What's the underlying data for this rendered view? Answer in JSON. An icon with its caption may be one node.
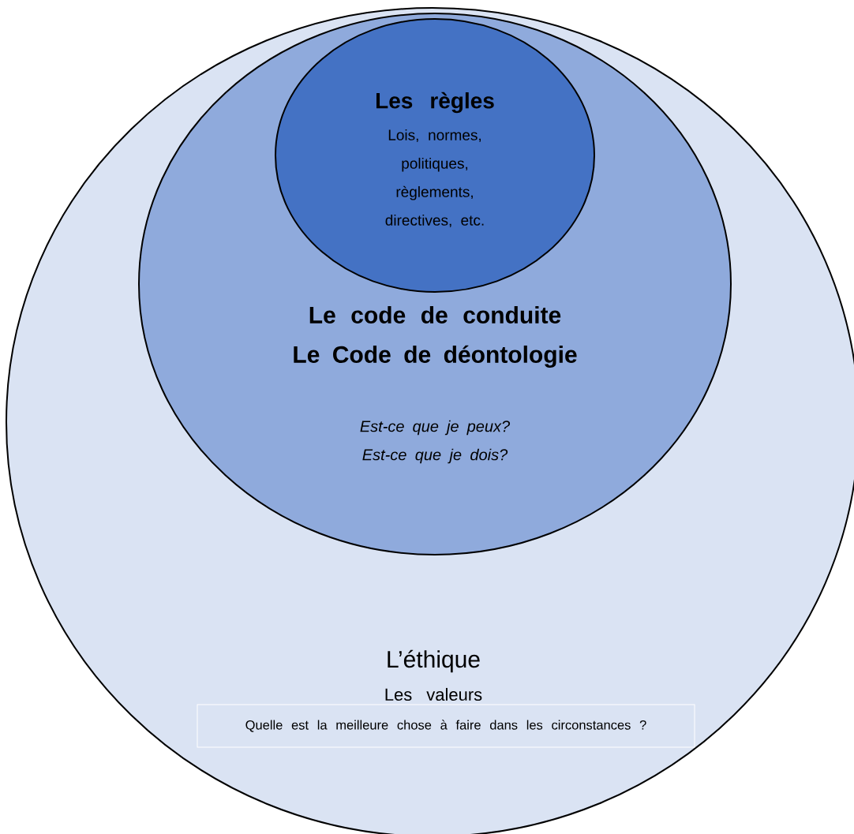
{
  "diagram": {
    "nodes": [
      {
        "text": [
          "L’éthique",
          "Les valeurs"
        ]
      },
      {
        "text": [
          "Le code de conduite Le Code de déontologie",
          "Est-ce que je peux? Est-ce que je dois?"
        ],
        "in": 0
      },
      {
        "text": [
          "Les règles",
          "Lois, normes, politiques, règlements, directives, etc."
        ],
        "in": 1
      },
      {
        "text": [
          "Quelle est la meilleure chose à faire dans les circonstances ?"
        ],
        "in": 0
      }
    ]
  }
}
